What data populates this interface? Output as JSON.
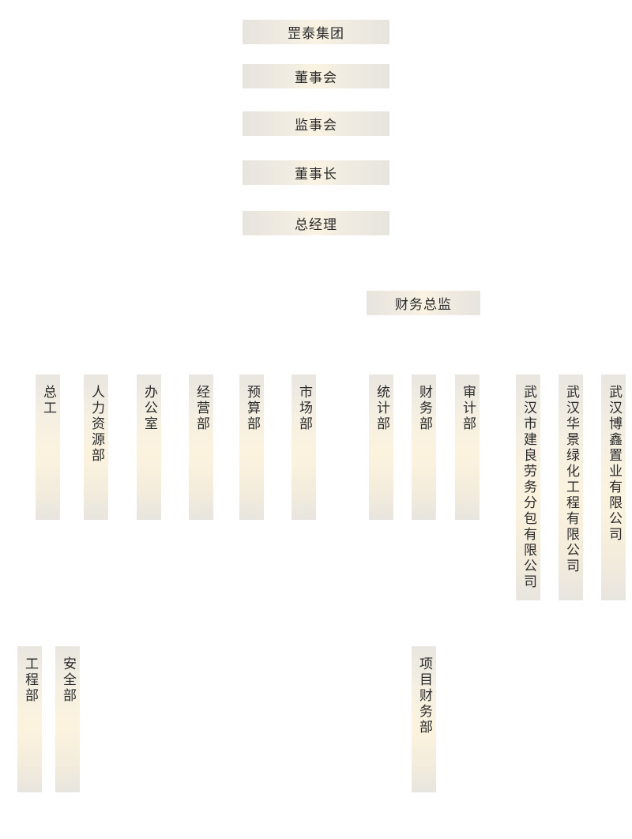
{
  "top": {
    "group": "罡泰集团",
    "board": "董事会",
    "supervisory": "监事会",
    "chairman": "董事长",
    "gm": "总经理"
  },
  "cfo": "财务总监",
  "departments": {
    "chief_engineer": "总工",
    "hr": "人力资源部",
    "office": "办公室",
    "operations": "经营部",
    "budget": "预算部",
    "market": "市场部",
    "statistics": "统计部",
    "finance": "财务部",
    "audit": "审计部"
  },
  "companies": {
    "labor": "武汉市建良劳务分包有限公司",
    "greening": "武汉华景绿化工程有限公司",
    "realestate": "武汉博鑫置业有限公司"
  },
  "sub": {
    "engineering": "工程部",
    "safety": "安全部",
    "project_finance": "项目财务部"
  }
}
